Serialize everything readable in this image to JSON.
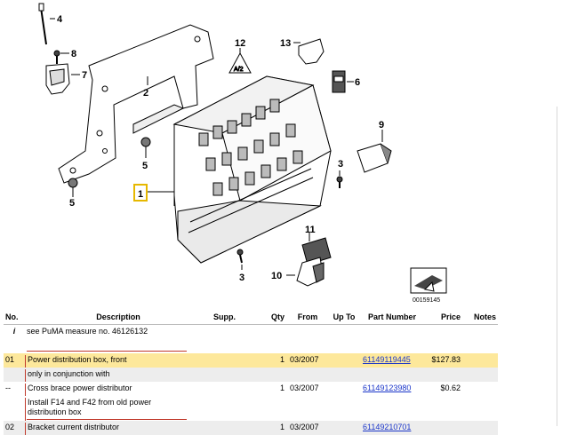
{
  "diagram": {
    "callouts": [
      "4",
      "8",
      "7",
      "2",
      "12",
      "13",
      "6",
      "9",
      "5",
      "5",
      "1",
      "3",
      "11",
      "10",
      "3"
    ],
    "code": "00159145",
    "badge": "A/2"
  },
  "table": {
    "headers": {
      "no": "No.",
      "description": "Description",
      "supp": "Supp.",
      "qty": "Qty",
      "from": "From",
      "upto": "Up To",
      "part": "Part Number",
      "price": "Price",
      "notes": "Notes"
    },
    "info": {
      "no": "i",
      "text": "see PuMA measure no. 46126132"
    },
    "rows": [
      {
        "no": "01",
        "description": "Power distribution box, front",
        "qty": "1",
        "from": "03/2007",
        "part": "61149119445",
        "price": "$127.83"
      },
      {
        "note": "only in conjunction with"
      },
      {
        "no": "--",
        "description": "Cross brace power distributor",
        "qty": "1",
        "from": "03/2007",
        "part": "61149123980",
        "price": "$0.62"
      },
      {
        "note": "Install F14 and F42 from old power distribution box"
      },
      {
        "no": "02",
        "description": "Bracket current distributor",
        "qty": "1",
        "from": "03/2007",
        "part": "61149210701"
      }
    ]
  }
}
